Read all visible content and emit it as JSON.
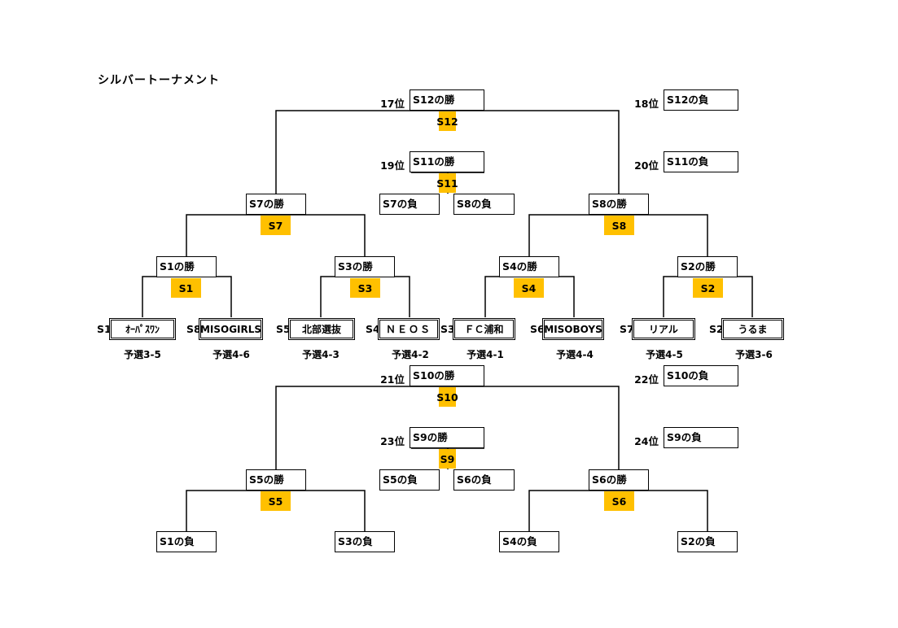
{
  "title": "シルバートーナメント",
  "colors": {
    "badge": "#ffc000",
    "line": "#000000"
  },
  "ranks": {
    "r17": "17位",
    "r18": "18位",
    "r19": "19位",
    "r20": "20位",
    "r21": "21位",
    "r22": "22位",
    "r23": "23位",
    "r24": "24位"
  },
  "boxes": {
    "s12_win": "S12の勝",
    "s12_lose": "S12の負",
    "s11_win": "S11の勝",
    "s11_lose": "S11の負",
    "s7_lose": "S7の負",
    "s8_lose": "S8の負",
    "s7_win": "S7の勝",
    "s8_win": "S8の勝",
    "s1_win": "S1の勝",
    "s3_win": "S3の勝",
    "s4_win": "S4の勝",
    "s2_win": "S2の勝",
    "s10_win": "S10の勝",
    "s10_lose": "S10の負",
    "s9_win": "S9の勝",
    "s9_lose": "S9の負",
    "s5_lose": "S5の負",
    "s6_lose": "S6の負",
    "s5_win": "S5の勝",
    "s6_win": "S6の勝",
    "s1_lose": "S1の負",
    "s3_lose": "S3の負",
    "s4_lose": "S4の負",
    "s2_lose": "S2の負"
  },
  "badges": {
    "s12": "S12",
    "s11": "S11",
    "s7": "S7",
    "s8": "S8",
    "s1": "S1",
    "s3": "S3",
    "s4": "S4",
    "s2": "S2",
    "s10": "S10",
    "s9": "S9",
    "s5": "S5",
    "s6": "S6"
  },
  "teams": [
    {
      "seed": "S1",
      "name": "ｵｰﾊﾟｽﾜﾝ",
      "qual": "予選3-5"
    },
    {
      "seed": "S8",
      "name": "MISOGIRLS",
      "qual": "予選4-6"
    },
    {
      "seed": "S5",
      "name": "北部選抜",
      "qual": "予選4-3"
    },
    {
      "seed": "S4",
      "name": "ＮＥＯＳ",
      "qual": "予選4-2"
    },
    {
      "seed": "S3",
      "name": "ＦＣ浦和",
      "qual": "予選4-1"
    },
    {
      "seed": "S6",
      "name": "MISOBOYS",
      "qual": "予選4-4"
    },
    {
      "seed": "S7",
      "name": "リアル",
      "qual": "予選4-5"
    },
    {
      "seed": "S2",
      "name": "うるま",
      "qual": "予選3-6"
    }
  ]
}
